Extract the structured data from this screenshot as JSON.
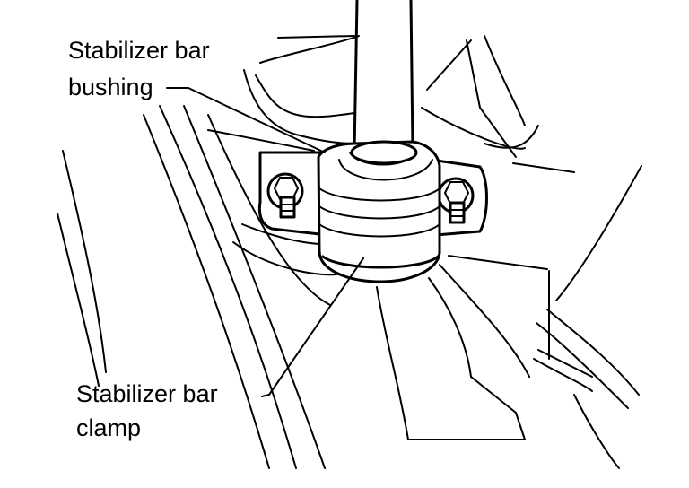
{
  "labels": {
    "bushing_line1": "Stabilizer bar",
    "bushing_line2": "bushing",
    "clamp_line1": "Stabilizer bar",
    "clamp_line2": "clamp"
  },
  "colors": {
    "line": "#000000",
    "background": "#ffffff"
  }
}
